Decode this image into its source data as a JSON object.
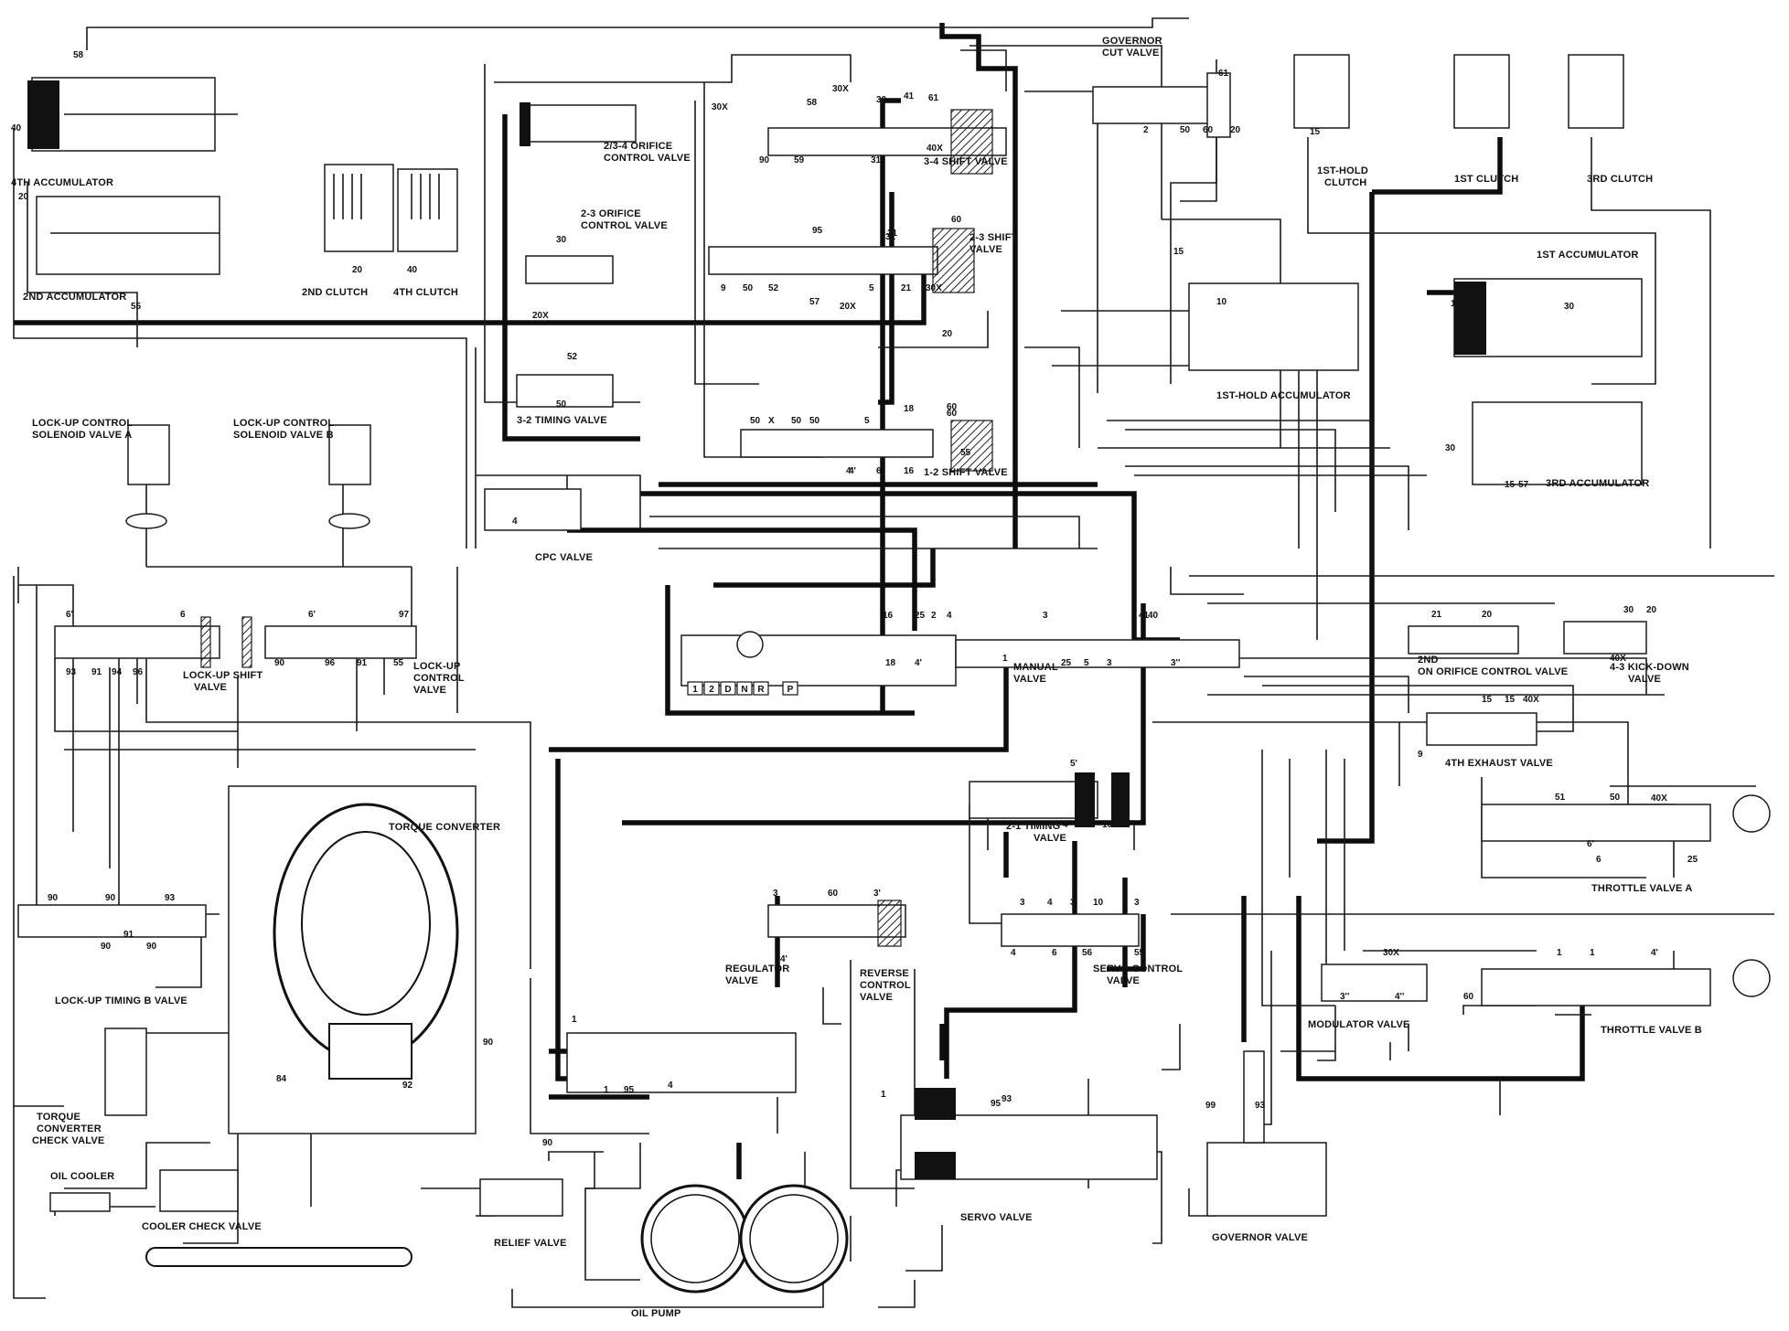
{
  "components": {
    "acc_4th": "4TH ACCUMULATOR",
    "acc_2nd": "2ND ACCUMULATOR",
    "clutch_2nd": "2ND CLUTCH",
    "clutch_4th": "4TH CLUTCH",
    "orifice_234": [
      "2/3-4 ORIFICE",
      "CONTROL VALVE"
    ],
    "orifice_23": [
      "2-3 ORIFICE",
      "CONTROL VALVE"
    ],
    "timing_32": "3-2 TIMING VALVE",
    "shift_34": "3-4 SHIFT VALVE",
    "shift_23": [
      "2-3 SHIFT",
      "VALVE"
    ],
    "shift_12": "1-2 SHIFT VALVE",
    "governor_cut": [
      "GOVERNOR",
      "CUT VALVE"
    ],
    "hold_clutch_1st": [
      "1ST-HOLD",
      "CLUTCH"
    ],
    "clutch_1st": "1ST CLUTCH",
    "clutch_3rd": "3RD CLUTCH",
    "acc_1st": "1ST ACCUMULATOR",
    "hold_acc_1st": "1ST-HOLD ACCUMULATOR",
    "acc_3rd": "3RD ACCUMULATOR",
    "lockup_sol_a": [
      "LOCK-UP CONTROL",
      "SOLENOID VALVE A"
    ],
    "lockup_sol_b": [
      "LOCK-UP CONTROL",
      "SOLENOID VALVE B"
    ],
    "cpc_valve": "CPC VALVE",
    "lockup_shift": [
      "LOCK-UP SHIFT",
      "VALVE"
    ],
    "lockup_control": [
      "LOCK-UP",
      "CONTROL",
      "VALVE"
    ],
    "manual_valve": [
      "MANUAL",
      "VALVE"
    ],
    "orifice_2nd": [
      "2ND",
      "ON ORIFICE CONTROL VALVE"
    ],
    "kickdown_43": [
      "4-3 KICK-DOWN",
      "VALVE"
    ],
    "exhaust_4th": "4TH EXHAUST VALVE",
    "torque_converter": "TORQUE CONVERTER",
    "timing_21": [
      "2-1 TIMING",
      "VALVE"
    ],
    "throttle_a": "THROTTLE VALVE A",
    "throttle_b": "THROTTLE VALVE B",
    "lockup_timing_b": "LOCK-UP TIMING B VALVE",
    "regulator": [
      "REGULATOR",
      "VALVE"
    ],
    "reverse_control": [
      "REVERSE",
      "CONTROL",
      "VALVE"
    ],
    "servo_control": [
      "SERVO CONTROL",
      "VALVE"
    ],
    "modulator": "MODULATOR VALVE",
    "tc_check": [
      "TORQUE",
      "CONVERTER",
      "CHECK VALVE"
    ],
    "oil_cooler": "OIL COOLER",
    "cooler_check": "COOLER CHECK VALVE",
    "relief": "RELIEF VALVE",
    "oil_pump": "OIL PUMP",
    "servo_valve": "SERVO VALVE",
    "governor_valve": "GOVERNOR VALVE"
  },
  "manual_positions": [
    "1",
    "2",
    "D",
    "N",
    "R",
    "P"
  ],
  "port_numbers": [
    "58",
    "40",
    "20",
    "55",
    "20",
    "40",
    "30",
    "30X",
    "30X",
    "58",
    "30",
    "41",
    "61",
    "40X",
    "31",
    "90",
    "59",
    "31",
    "95",
    "31",
    "60",
    "9",
    "50",
    "52",
    "57",
    "20X",
    "20X",
    "5",
    "21",
    "30X",
    "20",
    "52",
    "50",
    "60",
    "50",
    "5",
    "18",
    "60",
    "X",
    "50",
    "50",
    "4'",
    "6'",
    "16",
    "55",
    "4'",
    "4",
    "15",
    "10",
    "61",
    "2",
    "50",
    "60",
    "20",
    "15",
    "10",
    "30",
    "57",
    "30",
    "15",
    "6'",
    "6",
    "6'",
    "97",
    "93",
    "91",
    "94",
    "96",
    "90",
    "96",
    "91",
    "55",
    "16",
    "25",
    "2",
    "4",
    "3",
    "41",
    "40",
    "18",
    "4'",
    "1",
    "25",
    "5",
    "3",
    "3''",
    "21",
    "20",
    "30",
    "20",
    "40X",
    "15",
    "15",
    "40X",
    "9",
    "5'",
    "4",
    "10",
    "10",
    "51",
    "50",
    "40X",
    "6",
    "25",
    "6'",
    "90",
    "90",
    "93",
    "90",
    "90",
    "91",
    "90",
    "84",
    "92",
    "1",
    "1",
    "95",
    "4",
    "3",
    "60",
    "3'",
    "4'",
    "3",
    "4",
    "3",
    "10",
    "3",
    "4",
    "6",
    "56",
    "55",
    "30X",
    "1",
    "1",
    "4'",
    "3''",
    "4''",
    "60",
    "1",
    "93",
    "95",
    "99",
    "93",
    "90"
  ]
}
